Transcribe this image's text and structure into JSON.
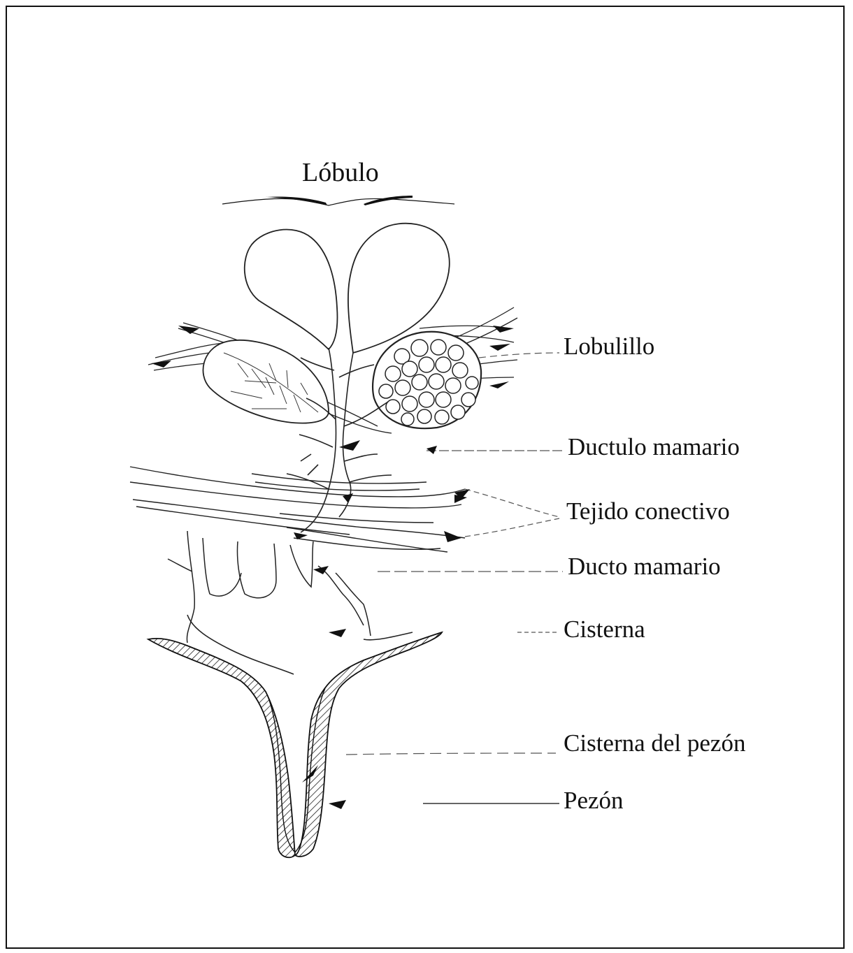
{
  "title": "Lóbulo",
  "labels": {
    "lobulillo": "Lobulillo",
    "ductulo": "Ductulo mamario",
    "tejido": "Tejido conectivo",
    "ducto": "Ducto mamario",
    "cisterna": "Cisterna",
    "cisterna_pezon": "Cisterna del pezón",
    "pezon": "Pezón"
  },
  "colors": {
    "ink": "#111111",
    "background": "#ffffff"
  }
}
